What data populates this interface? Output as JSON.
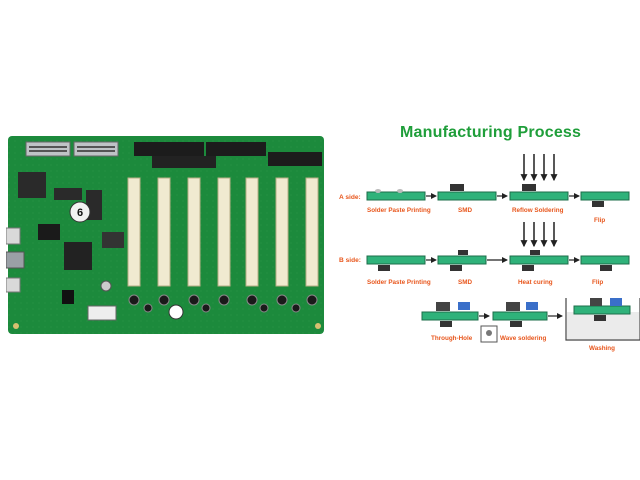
{
  "title": "Manufacturing Process",
  "board": {
    "slot_label": "6"
  },
  "rows": {
    "a_side": {
      "label": "A side:",
      "steps": [
        "Solder Paste Printing",
        "SMD",
        "Reflow Soldering",
        "Flip"
      ]
    },
    "b_side": {
      "label": "B side:",
      "steps": [
        "Solder Paste Printing",
        "SMD",
        "Heat curing",
        "Flip"
      ]
    },
    "through_hole": {
      "steps": [
        "Through-Hole",
        "Wave soldering",
        "Washing"
      ]
    }
  },
  "colors": {
    "title": "#1f9e3a",
    "labels": "#e8561c",
    "board": "#1c8a3c",
    "pcb_plate": "#2fb27a",
    "component": "#3a6fc9"
  }
}
